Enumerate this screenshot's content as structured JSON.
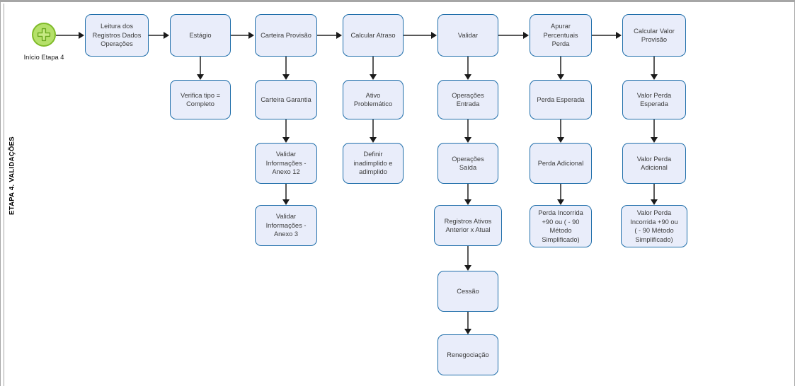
{
  "lane": {
    "title": "ETAPA 4. VALIDAÇÕES"
  },
  "start": {
    "icon": "multiple-start-event-icon",
    "label": "Início Etapa 4",
    "fill": "#b5e06a",
    "stroke": "#7fbb29"
  },
  "theme": {
    "node_fill": "#e9edfa",
    "node_stroke": "#1f6eaa",
    "connector": "#585858",
    "frame": "#a6a6a6",
    "text": "#3b3b3b"
  },
  "chart_data": {
    "type": "diagram",
    "title": "ETAPA 4. VALIDAÇÕES",
    "layout": "left-to-right main flow with vertical sub-chains",
    "columns": [
      {
        "id": "col-leitura",
        "nodes": [
          "Leitura dos Registros Dados Operações"
        ]
      },
      {
        "id": "col-estagio",
        "nodes": [
          "Estágio",
          "Verifica tipo = Completo"
        ]
      },
      {
        "id": "col-carteira-provisao",
        "nodes": [
          "Carteira Provisão",
          "Carteira Garantia",
          "Validar Informações - Anexo 12",
          "Validar Informações - Anexo 3"
        ]
      },
      {
        "id": "col-calcular-atraso",
        "nodes": [
          "Calcular Atraso",
          "Ativo Problemático",
          "Definir inadimplido e adimplido"
        ]
      },
      {
        "id": "col-validar",
        "nodes": [
          "Validar",
          "Operações Entrada",
          "Operações Saída",
          "Registros Ativos Anterior x Atual",
          "Cessão",
          "Renegociação"
        ]
      },
      {
        "id": "col-apurar",
        "nodes": [
          "Apurar Percentuais Perda",
          "Perda Esperada",
          "Perda Adicional",
          "Perda Incorrida +90 ou  ( - 90 Método Simplificado)"
        ]
      },
      {
        "id": "col-calcular-valor",
        "nodes": [
          "Calcular Valor Provisão",
          "Valor Perda Esperada",
          "Valor Perda Adicional",
          "Valor Perda Incorrida +90 ou ( - 90  Método Simplificado)"
        ]
      }
    ]
  },
  "nodes": {
    "n_leitura": {
      "lines": [
        "Leitura dos",
        "Registros Dados",
        "Operações"
      ]
    },
    "n_estagio": {
      "lines": [
        "Estágio"
      ]
    },
    "n_verifica": {
      "lines": [
        "Verifica tipo =",
        "Completo"
      ]
    },
    "n_carteira_provisao": {
      "lines": [
        "Carteira Provisão"
      ]
    },
    "n_carteira_garantia": {
      "lines": [
        "Carteira Garantia"
      ]
    },
    "n_anexo12": {
      "lines": [
        "Validar",
        "Informações -",
        "Anexo 12"
      ]
    },
    "n_anexo3": {
      "lines": [
        "Validar",
        "Informações -",
        "Anexo 3"
      ]
    },
    "n_calcular_atraso": {
      "lines": [
        "Calcular Atraso"
      ]
    },
    "n_ativo_problematico": {
      "lines": [
        "Ativo",
        "Problemático"
      ]
    },
    "n_definir": {
      "lines": [
        "Definir",
        "inadimplido e",
        "adimplido"
      ]
    },
    "n_validar": {
      "lines": [
        "Validar"
      ]
    },
    "n_operacoes_entrada": {
      "lines": [
        "Operações",
        "Entrada"
      ]
    },
    "n_operacoes_saida": {
      "lines": [
        "Operações",
        "Saída"
      ]
    },
    "n_registros_ativos": {
      "lines": [
        "Registros Ativos",
        "Anterior x Atual"
      ]
    },
    "n_cessao": {
      "lines": [
        "Cessão"
      ]
    },
    "n_renegociacao": {
      "lines": [
        "Renegociação"
      ]
    },
    "n_apurar": {
      "lines": [
        "Apurar",
        "Percentuais",
        "Perda"
      ]
    },
    "n_perda_esperada": {
      "lines": [
        "Perda Esperada"
      ]
    },
    "n_perda_adicional": {
      "lines": [
        "Perda Adicional"
      ]
    },
    "n_perda_incorrida": {
      "lines": [
        "Perda Incorrida",
        "+90 ou  ( - 90",
        "Método",
        "Simplificado)"
      ]
    },
    "n_calcular_valor": {
      "lines": [
        "Calcular Valor",
        "Provisão"
      ]
    },
    "n_valor_perda_esperada": {
      "lines": [
        "Valor Perda",
        "Esperada"
      ]
    },
    "n_valor_perda_adicional": {
      "lines": [
        "Valor Perda",
        "Adicional"
      ]
    },
    "n_valor_perda_incorrida": {
      "lines": [
        "Valor Perda",
        "Incorrida +90 ou",
        "( - 90  Método",
        "Simplificado)"
      ]
    }
  }
}
